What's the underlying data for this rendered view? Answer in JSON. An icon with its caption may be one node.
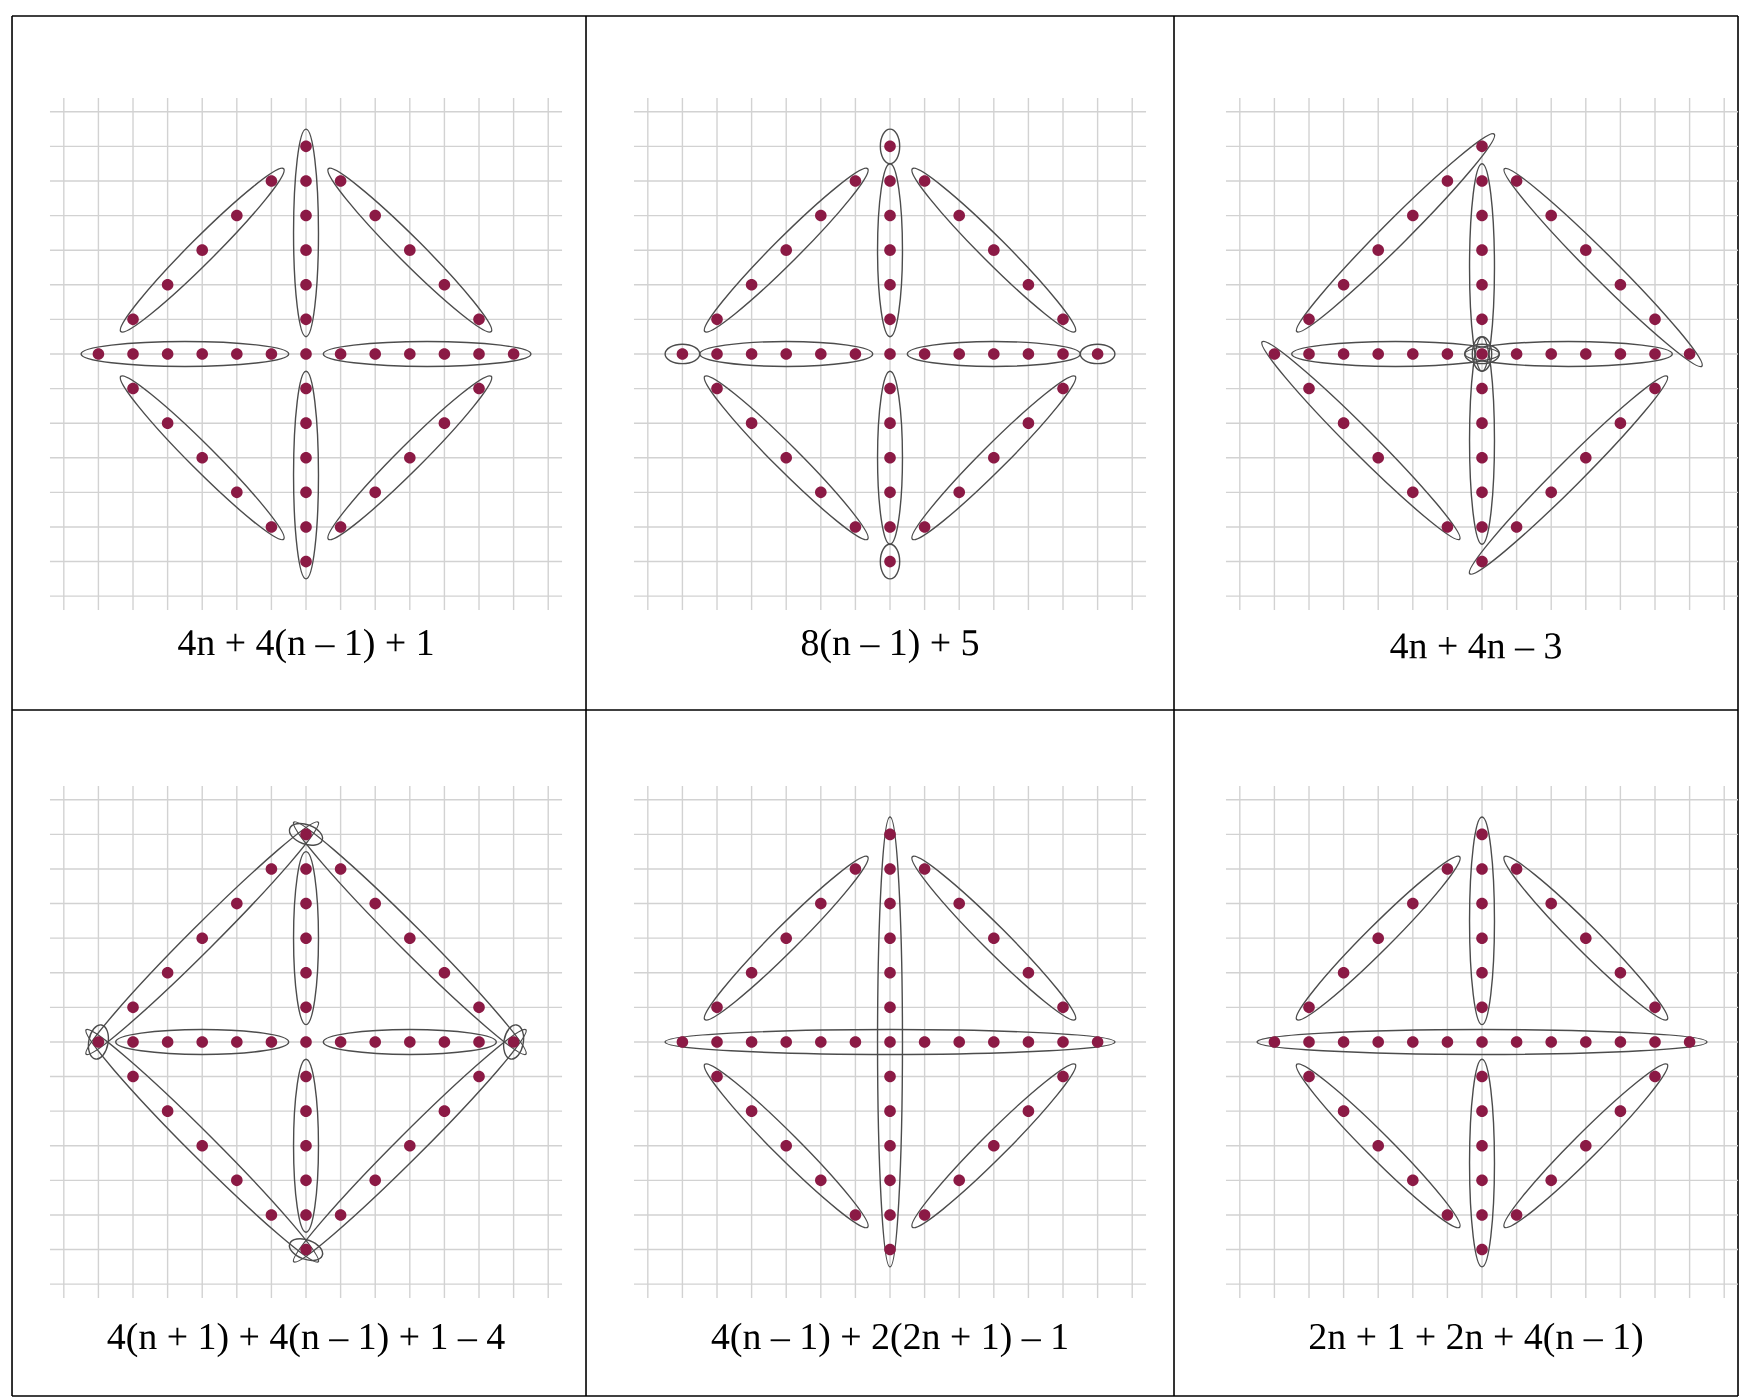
{
  "diagram": {
    "labels": [
      "4n + 4(n – 1) + 1",
      "8(n – 1) + 5",
      "4n + 4n – 3",
      "4(n + 1) + 4(n – 1) + 1 – 4",
      "4(n – 1) + 2(2n + 1) – 1",
      "2n + 1 + 2n + 4(n – 1)"
    ]
  }
}
